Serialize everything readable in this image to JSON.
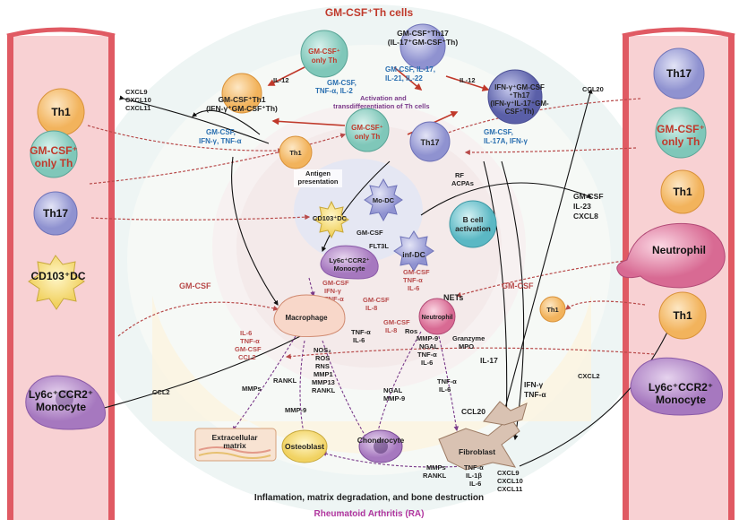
{
  "title": "GM-CSF⁺Th cells",
  "footer": {
    "summary": "Inflamation, matrix degradation, and bone destruction",
    "disease": "Rheumatoid Arthritis (RA)"
  },
  "colors": {
    "title": "#c0392b",
    "disease": "#b0359e",
    "cytokine_blue": "#2a6fb0",
    "vessel": "#f6c9cc",
    "dashed_arrow": "#b84a4a"
  },
  "left_vessel": {
    "cells": [
      "Th1",
      "GM-CSF⁺",
      "only Th",
      "Th17",
      "CD103⁺DC",
      "Ly6c⁺CCR2⁺",
      "Monocyte"
    ],
    "chemokines": [
      "CXCL9",
      "CXCL10",
      "CXCL11"
    ],
    "ccl2": "CCL2",
    "gmcsf": "GM-CSF"
  },
  "right_vessel": {
    "cells": [
      "Th17",
      "GM-CSF⁺",
      "only Th",
      "Th1",
      "Neutrophil",
      "Th1",
      "Ly6c⁺CCR2⁺",
      "Monocyte"
    ],
    "ccl20": "CCL20",
    "cxcl2": "CXCL2",
    "secreted": [
      "GM-CSF",
      "IL-23",
      "CXCL8"
    ],
    "gmcsf": "GM-CSF",
    "th1_small": "Th1"
  },
  "top": {
    "gm_only_top": [
      "GM-CSF⁺",
      "only Th"
    ],
    "gm_only_top_cyto": [
      "GM-CSF,",
      "TNF-α, IL-2"
    ],
    "il12_left": "IL-12",
    "th1_label": [
      "GM-CSF⁺Th1",
      "(IFN-γ⁺GM-CSF⁺Th)"
    ],
    "th1_cyto": [
      "GM-CSF,",
      "IFN-γ, TNF-α"
    ],
    "activation": [
      "Activation and",
      "transdifferentiation of Th cells"
    ],
    "gm_only_mid": [
      "GM-CSF⁺",
      "only Th"
    ],
    "th17_top_label": [
      "GM-CSF⁺Th17",
      "(IL-17⁺GM-CSF⁺Th)"
    ],
    "th17_top_cyto": [
      "GM-CSF, IL-17,",
      "IL-21, IL-22"
    ],
    "il12_right": "IL-12",
    "ifng_label": [
      "IFN-γ⁺GM-CSF",
      "⁺Th17",
      "(IFN-γ⁺IL-17⁺GM-",
      "CSF⁺Th)"
    ],
    "ifng_cyto": [
      "GM-CSF,",
      "IL-17A, IFN-γ"
    ],
    "th1_mid": "Th1",
    "th17_mid": "Th17"
  },
  "center": {
    "antigen": [
      "Antigen",
      "presentation"
    ],
    "mo_dc": "Mo-DC",
    "rf": [
      "RF",
      "ACPAs"
    ],
    "cd103": "CD103⁺DC",
    "bcell": [
      "B cell",
      "activation"
    ],
    "gmcsf_small": "GM-CSF",
    "fl73l": "FLT3L",
    "infdc": "inf-DC",
    "ly6c": [
      "Ly6c⁺CCR2⁺",
      "Monocyte"
    ],
    "mono_cyto": [
      "GM-CSF",
      "IFN-γ",
      "TNF-α"
    ],
    "infdc_cyto": [
      "GM-CSF",
      "TNF-α",
      "IL-6"
    ],
    "netS": "NETs",
    "gm_il8": [
      "GM-CSF",
      "IL-8"
    ],
    "macrophage": "Macrophage",
    "neutrophil": "Neutrophil",
    "gm_il8_b": [
      "GM-CSF",
      "IL-8"
    ],
    "ros": "Ros",
    "tnf_il6": [
      "TNF-α",
      "IL-6"
    ],
    "mac_out": [
      "IL-6",
      "TNF-α",
      "GM-CSF",
      "CCL2"
    ],
    "mac_products": [
      "NOS₂",
      "ROS",
      "RNS",
      "MMP1",
      "MMP13",
      "RANKL"
    ],
    "neu_products": [
      "MMP-9",
      "NGAL",
      "TNF-α",
      "IL-6"
    ],
    "granzyme": [
      "Granzyme",
      "MPO"
    ]
  },
  "bottom": {
    "mmps": "MMPs",
    "rankl": "RANKL",
    "mmp9": "MMP-9",
    "ngal_mmp9": [
      "NGAL",
      "MMP-9"
    ],
    "tnf_il6": [
      "TNF-α",
      "IL-6"
    ],
    "il17": "IL-17",
    "ifng_tnf": [
      "IFN-γ",
      "TNF-α"
    ],
    "ccl20": "CCL20",
    "ecm": [
      "Extracellular",
      "matrix"
    ],
    "osteoblast": "Osteoblast",
    "chondrocyte": "Chondrocyte",
    "fibroblast": "Fibroblast",
    "fib_left": [
      "MMPs",
      "RANKL"
    ],
    "fib_mid": [
      "TNF-α",
      "IL-1β",
      "IL-6"
    ],
    "fib_right": [
      "CXCL9",
      "CXCL10",
      "CXCL11"
    ]
  }
}
